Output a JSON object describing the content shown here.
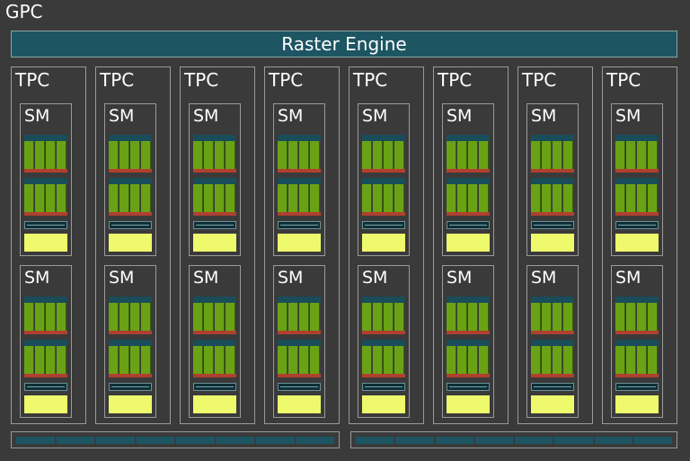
{
  "gpc": {
    "title": "GPC"
  },
  "raster": {
    "label": "Raster Engine"
  },
  "tpc_label": "TPC",
  "sm_label": "SM",
  "tpcs": [
    {
      "label": "TPC",
      "sms": [
        {
          "label": "SM"
        },
        {
          "label": "SM"
        }
      ]
    },
    {
      "label": "TPC",
      "sms": [
        {
          "label": "SM"
        },
        {
          "label": "SM"
        }
      ]
    },
    {
      "label": "TPC",
      "sms": [
        {
          "label": "SM"
        },
        {
          "label": "SM"
        }
      ]
    },
    {
      "label": "TPC",
      "sms": [
        {
          "label": "SM"
        },
        {
          "label": "SM"
        }
      ]
    },
    {
      "label": "TPC",
      "sms": [
        {
          "label": "SM"
        },
        {
          "label": "SM"
        }
      ]
    },
    {
      "label": "TPC",
      "sms": [
        {
          "label": "SM"
        },
        {
          "label": "SM"
        }
      ]
    },
    {
      "label": "TPC",
      "sms": [
        {
          "label": "SM"
        },
        {
          "label": "SM"
        }
      ]
    },
    {
      "label": "TPC",
      "sms": [
        {
          "label": "SM"
        },
        {
          "label": "SM"
        }
      ]
    }
  ],
  "colors": {
    "background": "#3a3a3a",
    "raster_fill": "#1d5563",
    "core_green": "#6aa216",
    "l1_yellow": "#eefa6c",
    "accent_red": "#b0402f",
    "dark_teal": "#1a4d5a"
  }
}
